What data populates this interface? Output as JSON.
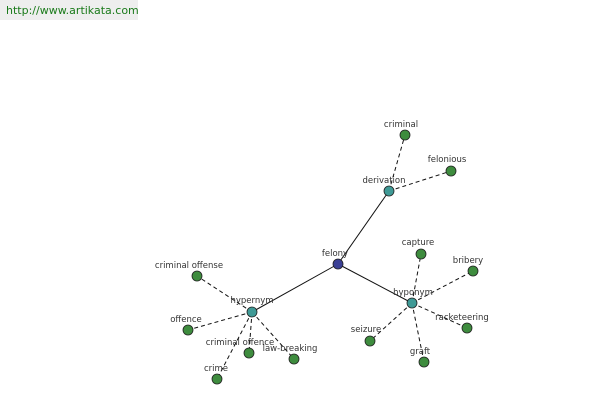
{
  "header": {
    "url": "http://www.artikata.com"
  },
  "colors": {
    "center": "#3a3f95",
    "relation": "#3f9a96",
    "leaf": "#3e8c3e",
    "edge": "#111111",
    "url_text": "#1a7a1a"
  },
  "graph": {
    "center": {
      "label": "felony"
    },
    "relations": [
      {
        "label": "derivation",
        "items": [
          "criminal",
          "felonious"
        ]
      },
      {
        "label": "hyponym",
        "items": [
          "capture",
          "bribery",
          "racketeering",
          "graft",
          "seizure"
        ]
      },
      {
        "label": "hypernym",
        "items": [
          "criminal offense",
          "offence",
          "criminal offence",
          "law-breaking",
          "crime"
        ]
      }
    ]
  }
}
